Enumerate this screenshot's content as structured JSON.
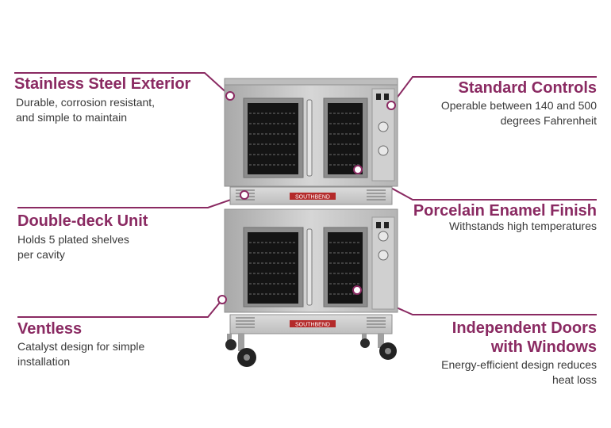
{
  "features": [
    {
      "title": "Stainless Steel Exterior",
      "desc": [
        "Durable, corrosion resistant,",
        "and simple to maintain"
      ]
    },
    {
      "title": "Double-deck Unit",
      "desc": [
        "Holds 5 plated shelves",
        "per cavity"
      ]
    },
    {
      "title": "Ventless",
      "desc": [
        "Catalyst design for simple",
        "installation"
      ]
    },
    {
      "title": "Standard Controls",
      "desc": [
        "Operable between 140 and 500",
        "degrees Fahrenheit"
      ]
    },
    {
      "title": "Porcelain Enamel Finish",
      "desc": [
        "Withstands high temperatures"
      ]
    },
    {
      "title": "Independent Doors",
      "title2": "with Windows",
      "desc": [
        "Energy-efficient design reduces",
        "heat loss"
      ]
    }
  ],
  "brand": "SOUTHBEND",
  "colors": {
    "accent": "#8a2a62",
    "steel": "#c9c9c9",
    "window": "#141414"
  }
}
